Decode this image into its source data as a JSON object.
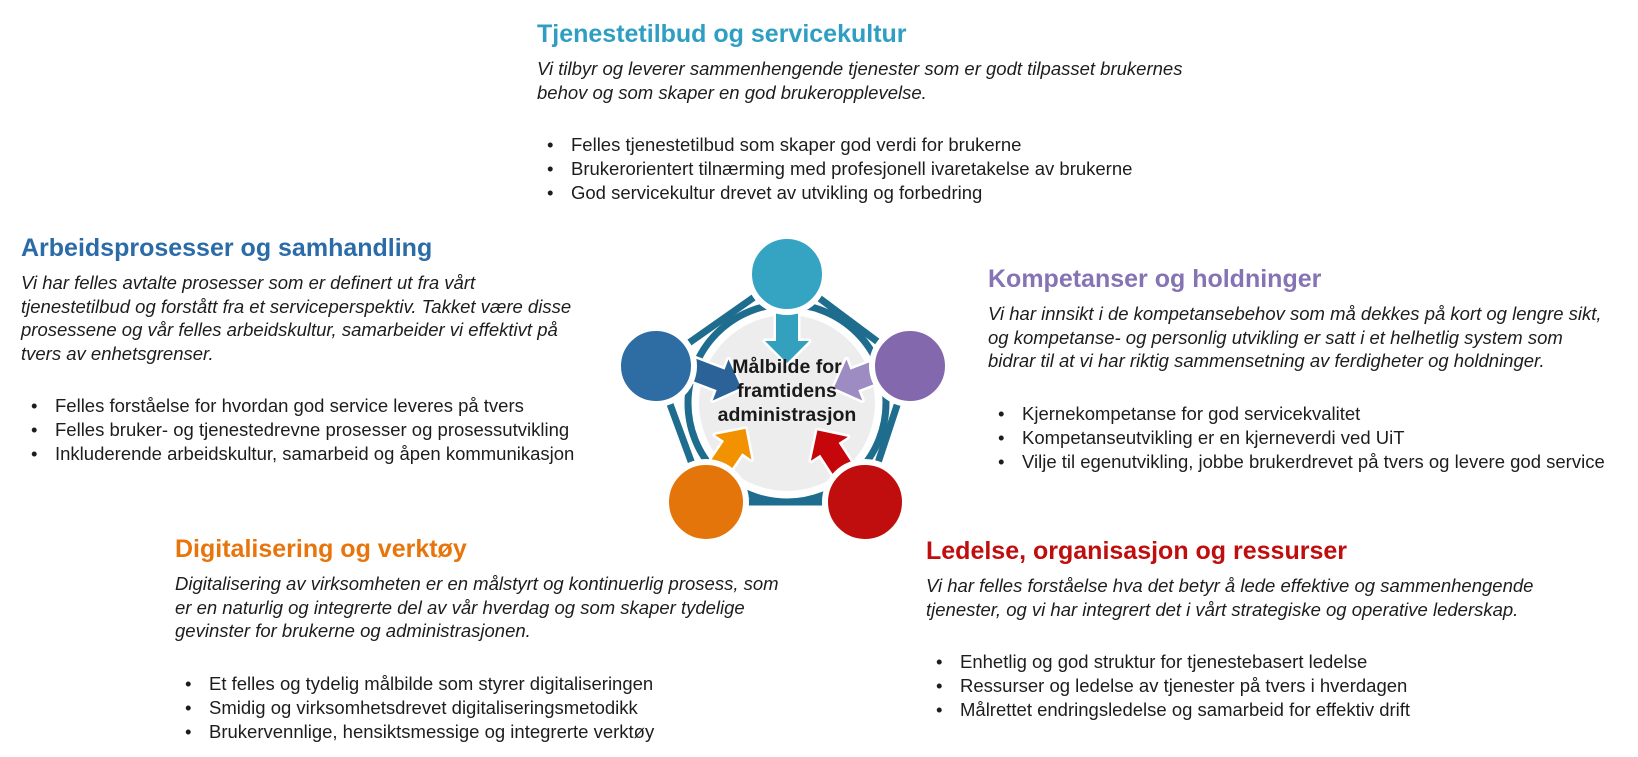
{
  "center": {
    "label": "Målbilde for\nframtidens\nadministrasjon"
  },
  "colors": {
    "teal": "#35A3C2",
    "blue": "#2D6DA4",
    "purple": "#8468AE",
    "orange": "#E4750B",
    "red": "#C00D0D",
    "arrow_teal": "#33A0BE",
    "arrow_blue": "#2B6399",
    "arrow_purple": "#9D8CC2",
    "arrow_orange": "#F29200",
    "arrow_red": "#C5070B",
    "ring": "#1E6C8E",
    "center_fill": "#EDEDED",
    "heading_teal": "#2E9FC2",
    "heading_blue": "#2B6CA8",
    "heading_purple": "#8573B4",
    "heading_orange": "#E8750C",
    "heading_red": "#C00D0D"
  },
  "sections": {
    "top": {
      "title": "Tjenestetilbud og servicekultur",
      "subtitle": "Vi tilbyr og leverer sammenhengende tjenester som er godt tilpasset brukernes\nbehov og som skaper en god brukeropplevelse.",
      "bullets": [
        "Felles tjenestetilbud som skaper god verdi for brukerne",
        "Brukerorientert tilnærming med profesjonell ivaretakelse av brukerne",
        "God servicekultur drevet av utvikling og forbedring"
      ]
    },
    "left": {
      "title": "Arbeidsprosesser og samhandling",
      "subtitle": "Vi har felles avtalte prosesser som er definert ut fra vårt\ntjenestetilbud og forstått fra et serviceperspektiv. Takket være disse\nprosessene og vår felles arbeidskultur, samarbeider vi effektivt på\ntvers av enhetsgrenser.",
      "bullets": [
        "Felles forståelse for hvordan god service leveres på tvers",
        "Felles bruker- og tjenestedrevne prosesser og prosessutvikling",
        "Inkluderende arbeidskultur, samarbeid og åpen kommunikasjon"
      ]
    },
    "right": {
      "title": "Kompetanser og holdninger",
      "subtitle": "Vi har innsikt i de kompetansebehov som må dekkes på kort og lengre sikt,\nog kompetanse- og personlig utvikling er satt i et helhetlig system som\nbidrar til at vi har riktig sammensetning av ferdigheter og holdninger.",
      "bullets": [
        "Kjernekompetanse for god servicekvalitet",
        "Kompetanseutvikling er en kjerneverdi ved UiT",
        "Vilje til egenutvikling, jobbe brukerdrevet på tvers og levere god service"
      ]
    },
    "bottom_left": {
      "title": "Digitalisering og verktøy",
      "subtitle": "Digitalisering av virksomheten er en målstyrt og kontinuerlig prosess, som\ner en naturlig og integrerte del av vår hverdag og som skaper tydelige\ngevinster for brukerne og administrasjonen.",
      "bullets": [
        "Et felles og tydelig målbilde som styrer digitaliseringen",
        "Smidig og virksomhetsdrevet digitaliseringsmetodikk",
        "Brukervennlige, hensiktsmessige og integrerte verktøy"
      ]
    },
    "bottom_right": {
      "title": "Ledelse, organisasjon og ressurser",
      "subtitle": "Vi har felles forståelse hva det betyr å lede effektive og sammenhengende\ntjenester, og vi har integrert det i vårt strategiske og operative lederskap.",
      "bullets": [
        "Enhetlig og god struktur for tjenestebasert ledelse",
        "Ressurser og ledelse av tjenester på tvers i hverdagen",
        "Målrettet endringsledelse og samarbeid for effektiv drift"
      ]
    }
  }
}
